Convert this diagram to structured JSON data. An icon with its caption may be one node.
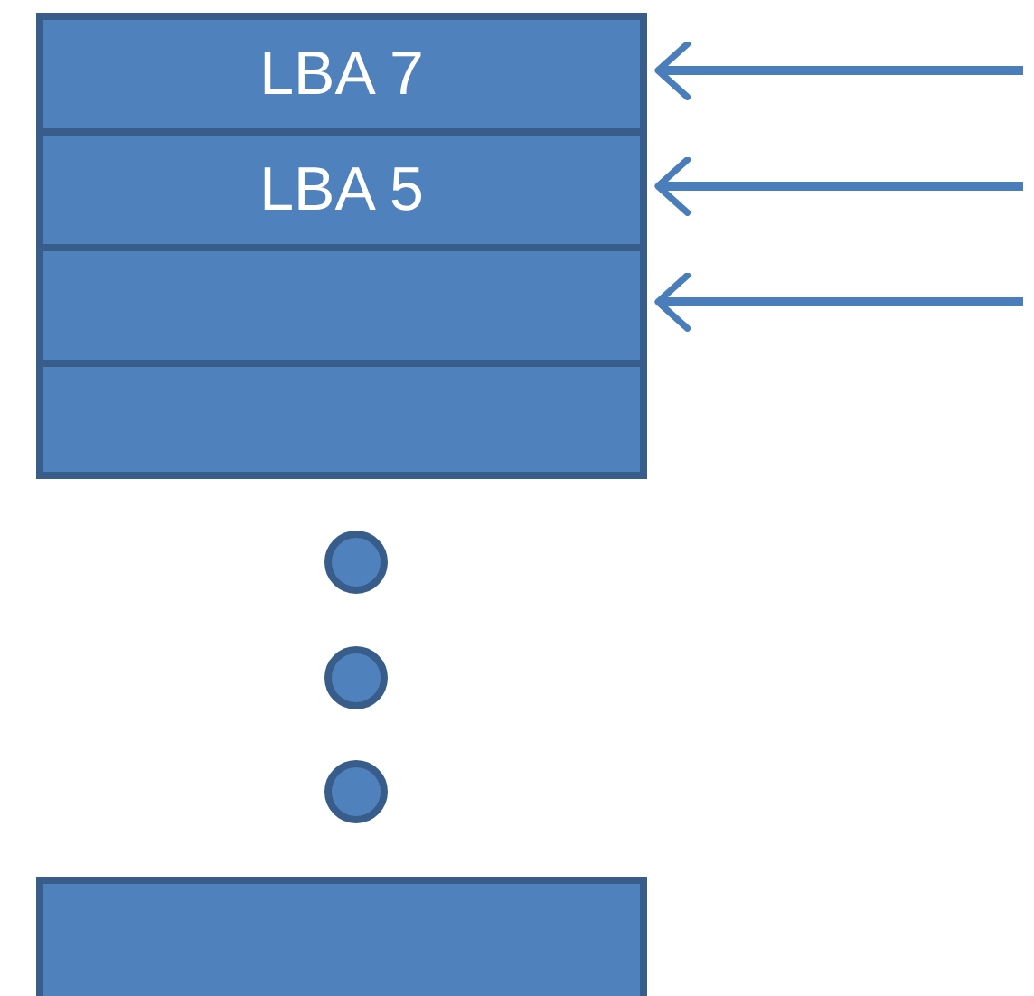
{
  "diagram": {
    "nodes": [
      {
        "text": [
          "LBA 7"
        ]
      },
      {
        "text": [
          "LBA 5"
        ]
      },
      {
        "text": [],
        "shape": "box"
      },
      {
        "text": [],
        "shape": "box"
      },
      {
        "text": [],
        "shape": "box"
      }
    ],
    "edges": [
      {
        "from": null,
        "to": 0,
        "arrow": "to"
      },
      {
        "from": null,
        "to": 1,
        "arrow": "to"
      },
      {
        "from": null,
        "to": 2,
        "arrow": "to"
      }
    ]
  }
}
